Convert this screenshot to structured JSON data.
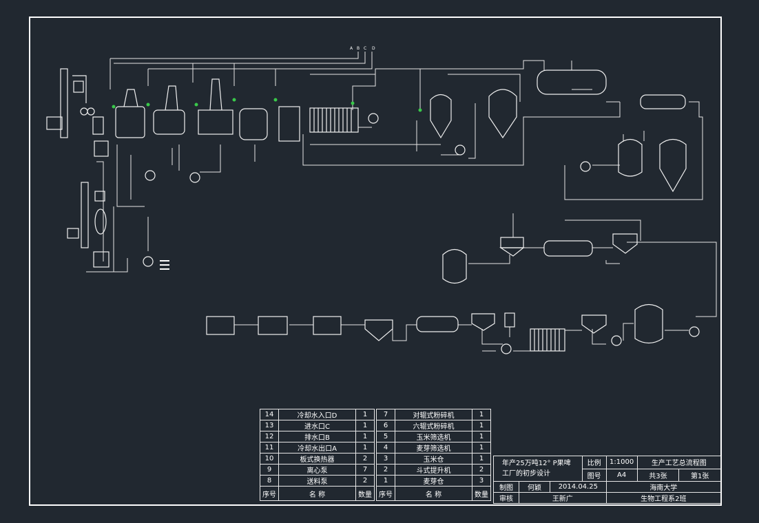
{
  "connection_labels": [
    "A",
    "B",
    "C",
    "D"
  ],
  "bom_left": {
    "rows": [
      {
        "no": "14",
        "name": "冷却水入口D",
        "qty": "1"
      },
      {
        "no": "13",
        "name": "进水口C",
        "qty": "1"
      },
      {
        "no": "12",
        "name": "排水口B",
        "qty": "1"
      },
      {
        "no": "11",
        "name": "冷却水出口A",
        "qty": "1"
      },
      {
        "no": "10",
        "name": "板式换热器",
        "qty": "2"
      },
      {
        "no": "9",
        "name": "离心泵",
        "qty": "7"
      },
      {
        "no": "8",
        "name": "送料泵",
        "qty": "2"
      }
    ],
    "header": {
      "no": "序号",
      "name": "名  称",
      "qty": "数量"
    }
  },
  "bom_right": {
    "rows": [
      {
        "no": "7",
        "name": "对辊式粉碎机",
        "qty": "1"
      },
      {
        "no": "6",
        "name": "六辊式粉碎机",
        "qty": "1"
      },
      {
        "no": "5",
        "name": "玉米筛选机",
        "qty": "1"
      },
      {
        "no": "4",
        "name": "麦芽筛选机",
        "qty": "1"
      },
      {
        "no": "3",
        "name": "玉米仓",
        "qty": "1"
      },
      {
        "no": "2",
        "name": "斗式提升机",
        "qty": "2"
      },
      {
        "no": "1",
        "name": "麦芽仓",
        "qty": "3"
      }
    ],
    "header": {
      "no": "序号",
      "name": "名  称",
      "qty": "数量"
    }
  },
  "title_block": {
    "project_line1": "年产25万吨12° P果啤",
    "project_line2": "工厂的初步设计",
    "scale_label": "比例",
    "scale_value": "1:1000",
    "drawing_title": "生产工艺总流程图",
    "sheet_label": "图号",
    "sheet_size": "A4",
    "total_sheets": "共3张",
    "sheet_no": "第1张",
    "drawn_label": "制图",
    "drawn_by": "何颖",
    "date": "2014.04.25",
    "school": "海南大学",
    "checked_label": "审核",
    "checked_by": "王新广",
    "class_name": "生物工程系2班"
  }
}
